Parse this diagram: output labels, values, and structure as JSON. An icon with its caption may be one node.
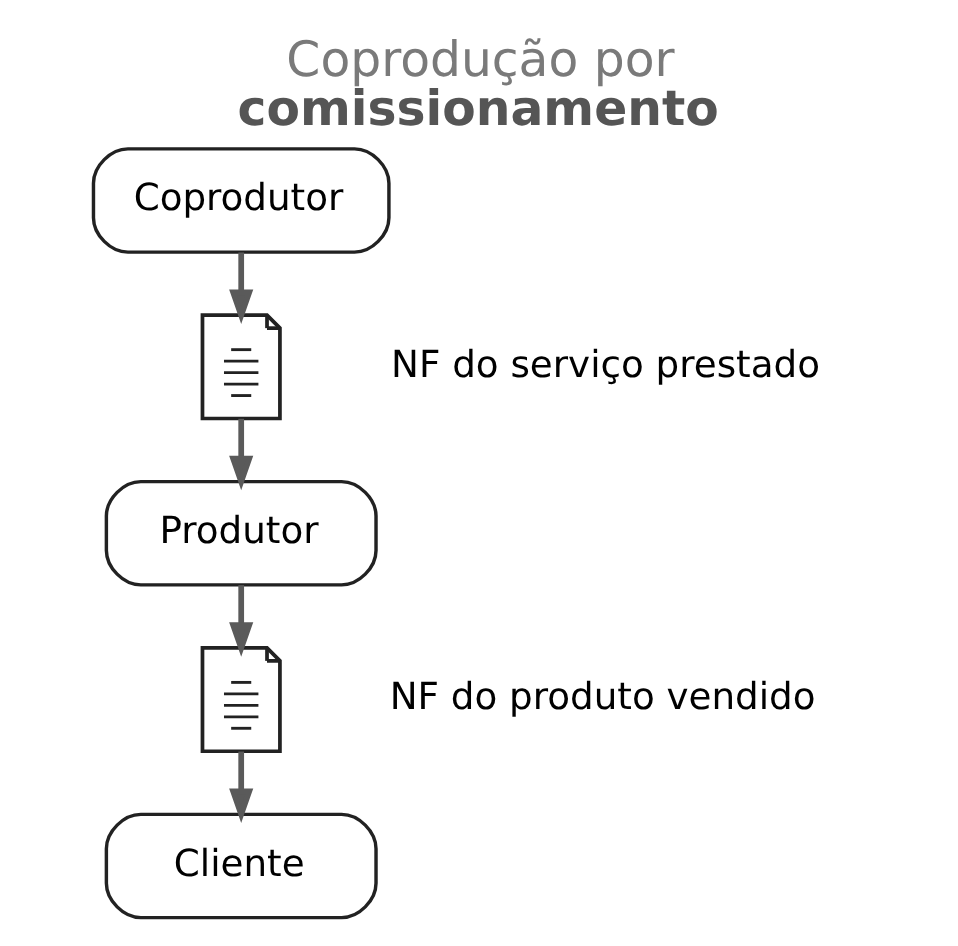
{
  "diagram": {
    "title": "Coprodução por **comissionamento**",
    "nodes": [
      {
        "text": [
          "Coprodutor"
        ]
      },
      {
        "text": [],
        "shape": "document",
        "beside": [
          "NF do serviço prestado"
        ]
      },
      {
        "text": [
          "Produtor"
        ]
      },
      {
        "text": [],
        "shape": "document",
        "beside": [
          "NF do produto vendido"
        ]
      },
      {
        "text": [
          "Cliente"
        ]
      }
    ],
    "edges": [
      {
        "from": 0,
        "to": 1,
        "arrow": "to"
      },
      {
        "from": 1,
        "to": 2,
        "arrow": "to"
      },
      {
        "from": 2,
        "to": 3,
        "arrow": "to"
      },
      {
        "from": 3,
        "to": 4,
        "arrow": "to"
      }
    ]
  }
}
